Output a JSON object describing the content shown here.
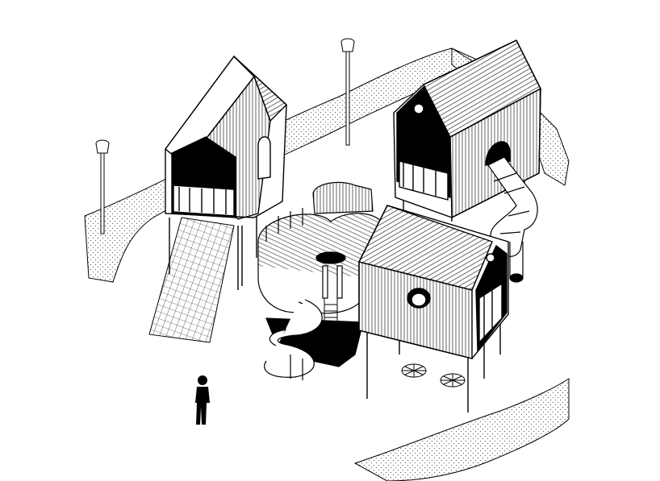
{
  "drawing": {
    "kind": "isometric line drawing",
    "elements": [
      "treehouse-left",
      "treehouse-right-top",
      "treehouse-right-bottom",
      "central-deck",
      "spiral-slide",
      "tube-slide",
      "climbing-net",
      "lamp-post-left",
      "lamp-post-center",
      "human-figure"
    ],
    "colors": {
      "ink": "#000000",
      "paper": "#ffffff",
      "ground_stipple": "#555555"
    }
  }
}
